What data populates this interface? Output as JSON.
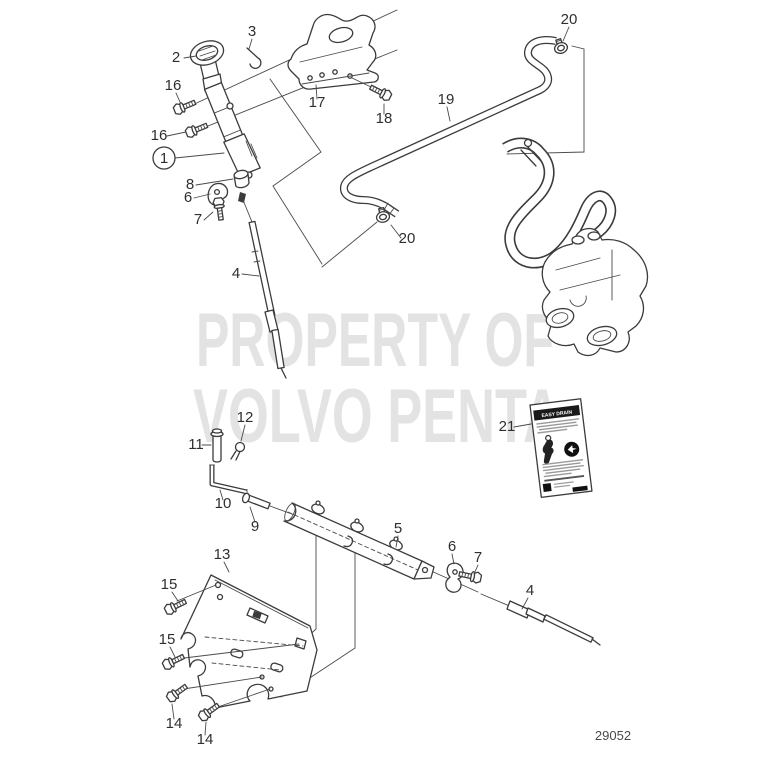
{
  "diagram": {
    "figure_number": "29052",
    "watermark": {
      "line1": "PROPERTY OF",
      "line2": "VOLVO PENTA"
    },
    "decal": {
      "title": "EASY DRAIN"
    },
    "colors": {
      "line": "#3b3b3b",
      "watermark": "#e3e3e3",
      "label": "#2f2f2f"
    },
    "callouts": [
      {
        "id": "label-2",
        "num": "2"
      },
      {
        "id": "label-3",
        "num": "3"
      },
      {
        "id": "label-16-upper",
        "num": "16"
      },
      {
        "id": "label-16-lower",
        "num": "16"
      },
      {
        "id": "label-1",
        "num": "1"
      },
      {
        "id": "label-8",
        "num": "8"
      },
      {
        "id": "label-6-upper",
        "num": "6"
      },
      {
        "id": "label-7-upper",
        "num": "7"
      },
      {
        "id": "label-4-upper",
        "num": "4"
      },
      {
        "id": "label-17",
        "num": "17"
      },
      {
        "id": "label-18",
        "num": "18"
      },
      {
        "id": "label-19",
        "num": "19"
      },
      {
        "id": "label-20-top",
        "num": "20"
      },
      {
        "id": "label-20-mid",
        "num": "20"
      },
      {
        "id": "label-21",
        "num": "21"
      },
      {
        "id": "label-11",
        "num": "11"
      },
      {
        "id": "label-12",
        "num": "12"
      },
      {
        "id": "label-10",
        "num": "10"
      },
      {
        "id": "label-9",
        "num": "9"
      },
      {
        "id": "label-5",
        "num": "5"
      },
      {
        "id": "label-6-lower",
        "num": "6"
      },
      {
        "id": "label-7-lower",
        "num": "7"
      },
      {
        "id": "label-4-lower",
        "num": "4"
      },
      {
        "id": "label-13",
        "num": "13"
      },
      {
        "id": "label-15-upper",
        "num": "15"
      },
      {
        "id": "label-15-lower",
        "num": "15"
      },
      {
        "id": "label-14-left",
        "num": "14"
      },
      {
        "id": "label-14-right",
        "num": "14"
      }
    ]
  }
}
